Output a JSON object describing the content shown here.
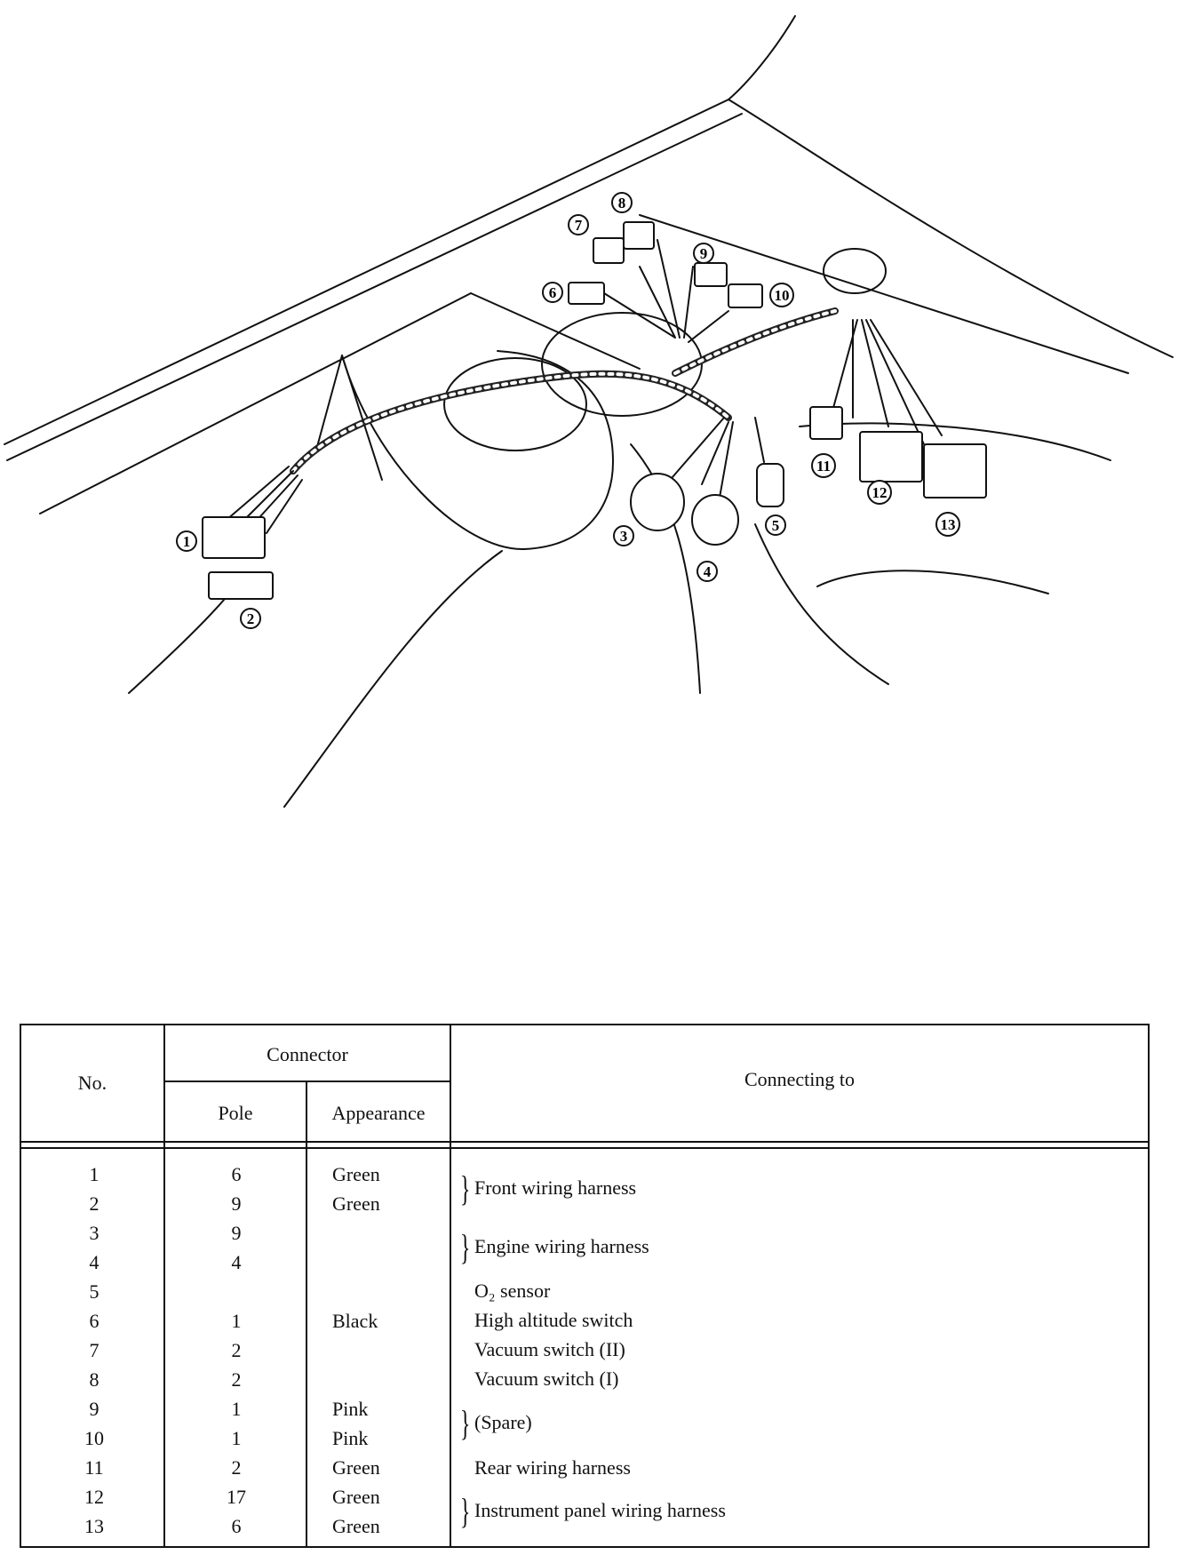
{
  "callouts": [
    "1",
    "2",
    "3",
    "4",
    "5",
    "6",
    "7",
    "8",
    "9",
    "10",
    "11",
    "12",
    "13"
  ],
  "table": {
    "headers": {
      "no": "No.",
      "connector": "Connector",
      "pole": "Pole",
      "appearance": "Appearance",
      "connecting_to": "Connecting to"
    },
    "rows": [
      {
        "no": "1",
        "pole": "6",
        "appearance": "Green"
      },
      {
        "no": "2",
        "pole": "9",
        "appearance": "Green"
      },
      {
        "no": "3",
        "pole": "9",
        "appearance": ""
      },
      {
        "no": "4",
        "pole": "4",
        "appearance": ""
      },
      {
        "no": "5",
        "pole": "",
        "appearance": ""
      },
      {
        "no": "6",
        "pole": "1",
        "appearance": "Black"
      },
      {
        "no": "7",
        "pole": "2",
        "appearance": ""
      },
      {
        "no": "8",
        "pole": "2",
        "appearance": ""
      },
      {
        "no": "9",
        "pole": "1",
        "appearance": "Pink"
      },
      {
        "no": "10",
        "pole": "1",
        "appearance": "Pink"
      },
      {
        "no": "11",
        "pole": "2",
        "appearance": "Green"
      },
      {
        "no": "12",
        "pole": "17",
        "appearance": "Green"
      },
      {
        "no": "13",
        "pole": "6",
        "appearance": "Green"
      }
    ],
    "connecting_to": [
      {
        "text": "Front wiring harness",
        "rows": "1-2",
        "brace": true
      },
      {
        "text": "Engine wiring harness",
        "rows": "3-4",
        "brace": true
      },
      {
        "text": "O₂ sensor",
        "rows": "5",
        "brace": false
      },
      {
        "text": "High altitude switch",
        "rows": "6",
        "brace": false
      },
      {
        "text": "Vacuum switch (II)",
        "rows": "7",
        "brace": false
      },
      {
        "text": "Vacuum switch (I)",
        "rows": "8",
        "brace": false
      },
      {
        "text": "(Spare)",
        "rows": "9-10",
        "brace": true
      },
      {
        "text": "Rear wiring harness",
        "rows": "11",
        "brace": false
      },
      {
        "text": "Instrument panel wiring harness",
        "rows": "12-13",
        "brace": true
      }
    ]
  }
}
